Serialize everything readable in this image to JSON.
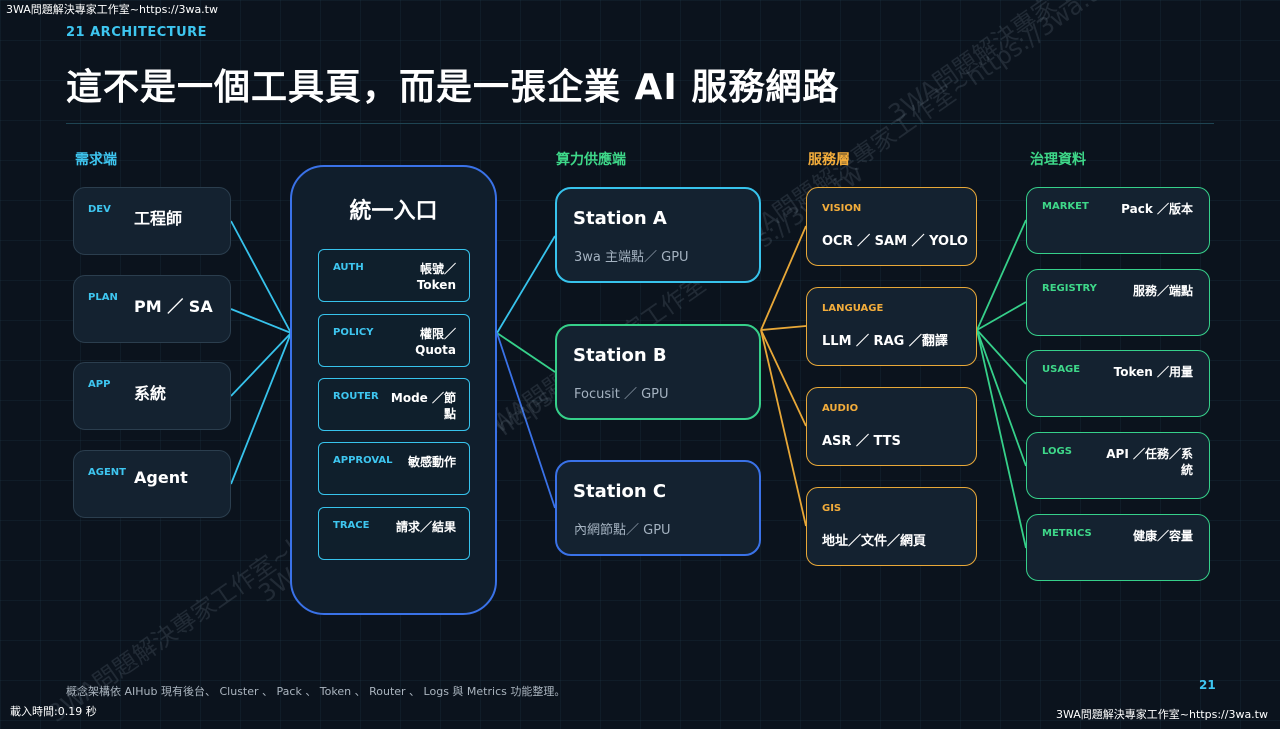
{
  "overlay": {
    "top_left": "3WA問題解決專家工作室~https://3wa.tw",
    "bottom_left": "載入時間:0.19 秒",
    "bottom_right": "3WA問題解決專家工作室~https://3wa.tw",
    "watermark": "3WA問題解決專家工作室~https://3wa.tw"
  },
  "header": {
    "eyebrow": "21 ARCHITECTURE",
    "title": "這不是一個工具頁，而是一張企業 AI 服務網路"
  },
  "columns": {
    "demand": "需求端",
    "compute": "算力供應端",
    "service": "服務層",
    "governance": "治理資料"
  },
  "demand": [
    {
      "tag": "DEV",
      "label": "工程師"
    },
    {
      "tag": "PLAN",
      "label": "PM ／ SA"
    },
    {
      "tag": "APP",
      "label": "系統"
    },
    {
      "tag": "AGENT",
      "label": "Agent"
    }
  ],
  "hub": {
    "title": "統一入口",
    "items": [
      {
        "tag": "AUTH",
        "label": "帳號／Token"
      },
      {
        "tag": "POLICY",
        "label": "權限／Quota"
      },
      {
        "tag": "ROUTER",
        "label": "Mode ／節點"
      },
      {
        "tag": "APPROVAL",
        "label": "敏感動作"
      },
      {
        "tag": "TRACE",
        "label": "請求／結果"
      }
    ]
  },
  "stations": [
    {
      "name": "Station A",
      "desc": "3wa 主端點／ GPU",
      "color": "#37c3ec"
    },
    {
      "name": "Station B",
      "desc": "Focusit ／ GPU",
      "color": "#36d08a"
    },
    {
      "name": "Station C",
      "desc": "內網節點／ GPU",
      "color": "#3a72e8"
    }
  ],
  "services": [
    {
      "tag": "VISION",
      "label": "OCR ／ SAM ／ YOLO"
    },
    {
      "tag": "LANGUAGE",
      "label": "LLM ／ RAG ／翻譯"
    },
    {
      "tag": "AUDIO",
      "label": "ASR ／ TTS"
    },
    {
      "tag": "GIS",
      "label": "地址／文件／網頁"
    }
  ],
  "governance": [
    {
      "tag": "MARKET",
      "label": "Pack ／版本"
    },
    {
      "tag": "REGISTRY",
      "label": "服務／端點"
    },
    {
      "tag": "USAGE",
      "label": "Token ／用量"
    },
    {
      "tag": "LOGS",
      "label": "API ／任務／系統"
    },
    {
      "tag": "METRICS",
      "label": "健康／容量"
    }
  ],
  "footer": {
    "note": "概念架構依 AIHub 現有後台、 Cluster 、 Pack 、 Token 、 Router 、 Logs 與 Metrics 功能整理。",
    "page": "21"
  },
  "colors": {
    "cyan": "#37c3ec",
    "blue": "#3a72e8",
    "green": "#36d08a",
    "orange": "#e8a838"
  }
}
